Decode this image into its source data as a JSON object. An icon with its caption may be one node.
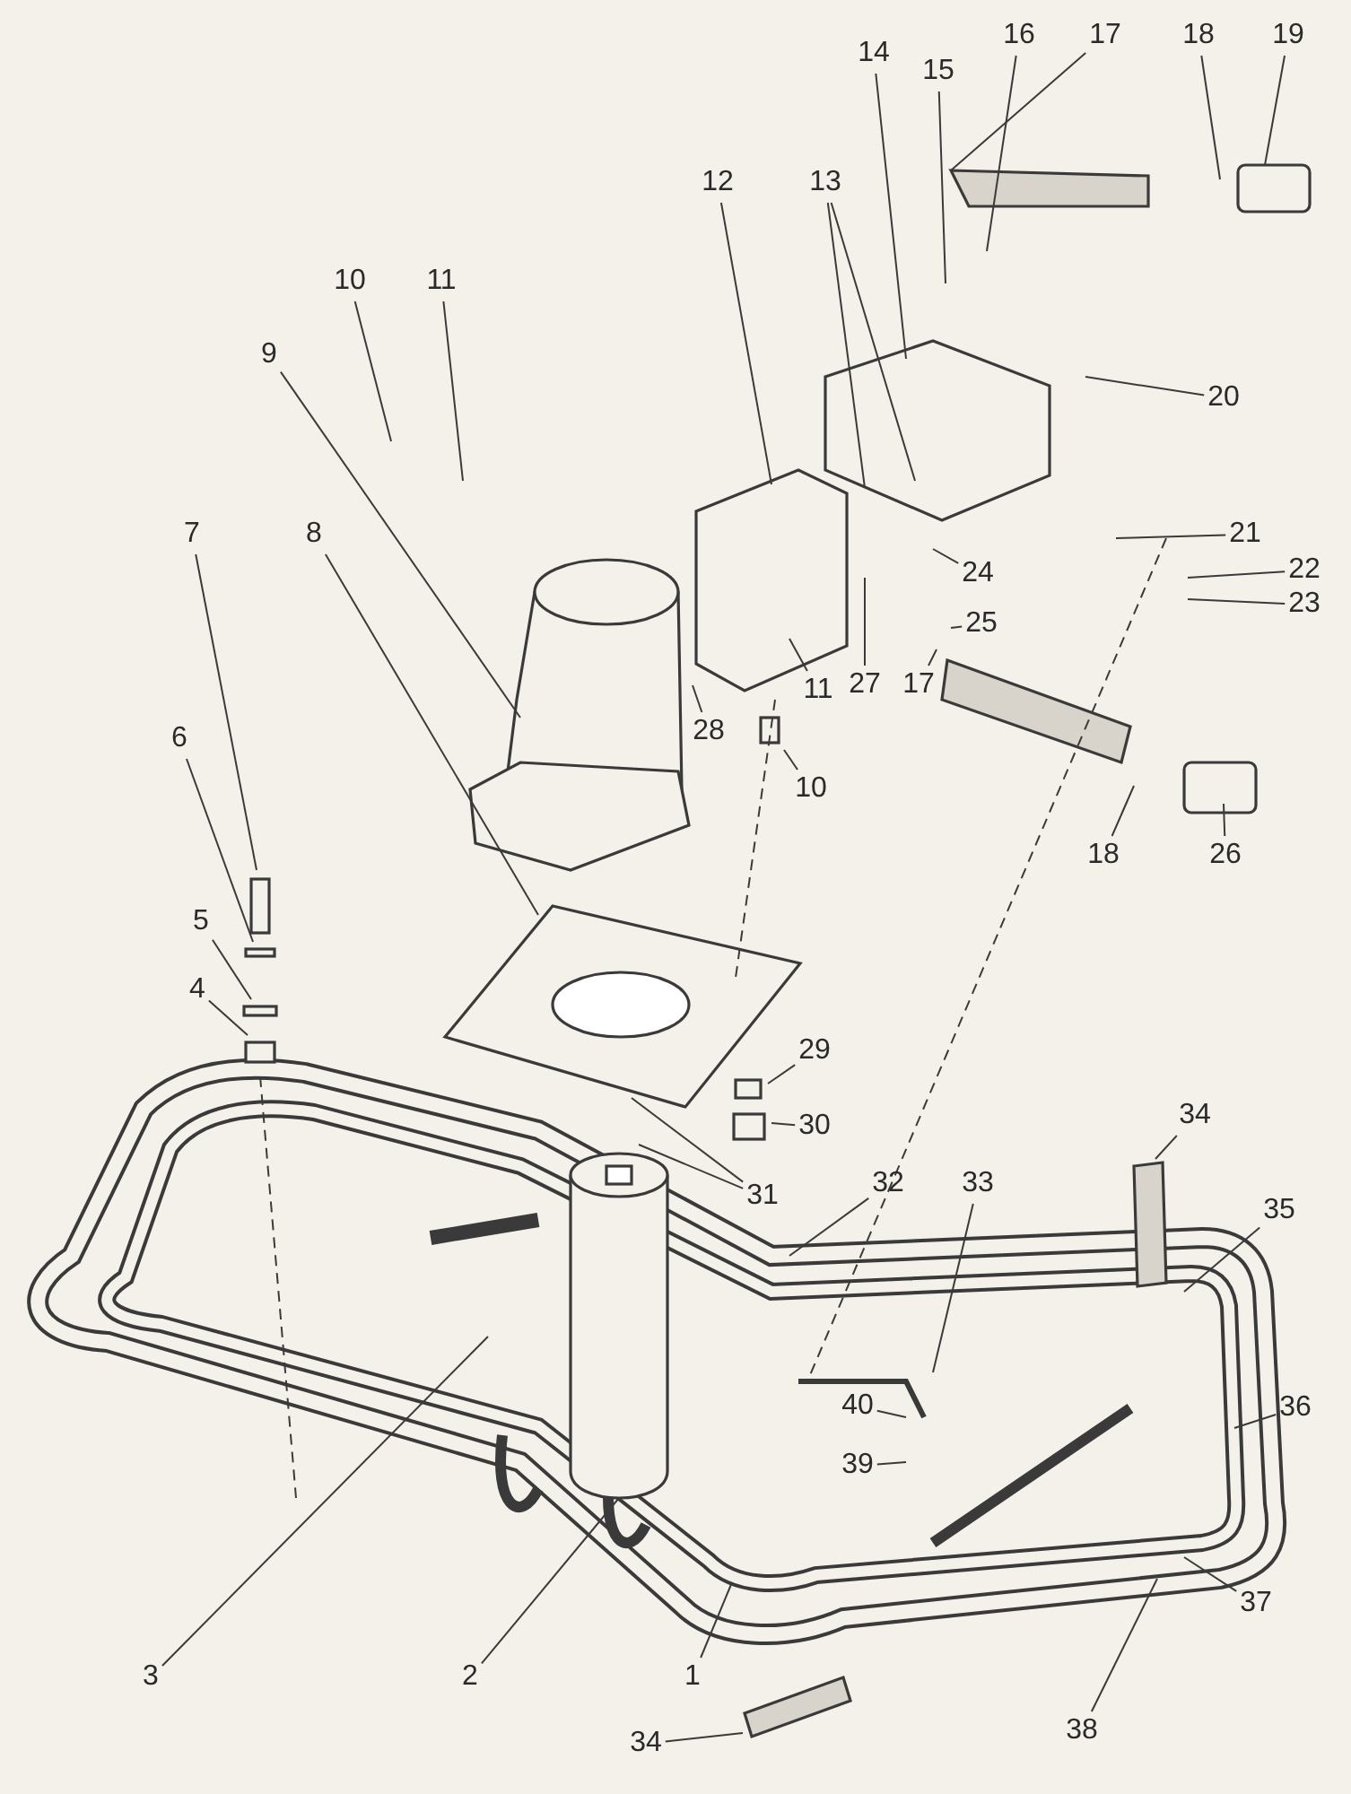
{
  "diagram": {
    "nodes": [
      {
        "text": [
          "14"
        ]
      },
      {
        "text": [
          "16"
        ]
      },
      {
        "text": [
          "17"
        ]
      },
      {
        "text": [
          "18"
        ]
      },
      {
        "text": [
          "19"
        ]
      },
      {
        "text": [
          "15"
        ]
      },
      {
        "text": [
          "12"
        ]
      },
      {
        "text": [
          "13"
        ]
      },
      {
        "text": [
          "10"
        ]
      },
      {
        "text": [
          "11"
        ]
      },
      {
        "text": [
          "9"
        ]
      },
      {
        "text": [
          "20"
        ]
      },
      {
        "text": [
          "7"
        ]
      },
      {
        "text": [
          "8"
        ]
      },
      {
        "text": [
          "21"
        ]
      },
      {
        "text": [
          "24"
        ]
      },
      {
        "text": [
          "22"
        ]
      },
      {
        "text": [
          "23"
        ]
      },
      {
        "text": [
          "25"
        ]
      },
      {
        "text": [
          "11"
        ]
      },
      {
        "text": [
          "27"
        ]
      },
      {
        "text": [
          "17"
        ]
      },
      {
        "text": [
          "28"
        ]
      },
      {
        "text": [
          "10"
        ]
      },
      {
        "text": [
          "6"
        ]
      },
      {
        "text": [
          "18"
        ]
      },
      {
        "text": [
          "26"
        ]
      },
      {
        "text": [
          "5"
        ]
      },
      {
        "text": [
          "4"
        ]
      },
      {
        "text": [
          "29"
        ]
      },
      {
        "text": [
          "34"
        ]
      },
      {
        "text": [
          "30"
        ]
      },
      {
        "text": [
          "31"
        ]
      },
      {
        "text": [
          "32"
        ]
      },
      {
        "text": [
          "33"
        ]
      },
      {
        "text": [
          "35"
        ]
      },
      {
        "text": [
          "40"
        ]
      },
      {
        "text": [
          "36"
        ]
      },
      {
        "text": [
          "39"
        ]
      },
      {
        "text": [
          "37"
        ]
      },
      {
        "text": [
          "3"
        ]
      },
      {
        "text": [
          "2"
        ]
      },
      {
        "text": [
          "1"
        ]
      },
      {
        "text": [
          "38"
        ]
      },
      {
        "text": [
          "34"
        ]
      }
    ],
    "edges": [
      {
        "from": 0,
        "to": null,
        "arrow": "none"
      },
      {
        "from": 1,
        "to": null,
        "arrow": "none"
      },
      {
        "from": 2,
        "to": null,
        "arrow": "none"
      },
      {
        "from": 3,
        "to": null,
        "arrow": "none"
      },
      {
        "from": 4,
        "to": null,
        "arrow": "none"
      },
      {
        "from": 5,
        "to": null,
        "arrow": "none"
      },
      {
        "from": 6,
        "to": null,
        "arrow": "none"
      },
      {
        "from": 7,
        "to": null,
        "arrow": "none"
      },
      {
        "from": 7,
        "to": null,
        "arrow": "none"
      },
      {
        "from": 8,
        "to": null,
        "arrow": "none"
      },
      {
        "from": 9,
        "to": null,
        "arrow": "none"
      },
      {
        "from": 10,
        "to": null,
        "arrow": "none"
      },
      {
        "from": 11,
        "to": null,
        "arrow": "none"
      },
      {
        "from": 12,
        "to": null,
        "arrow": "none"
      },
      {
        "from": 13,
        "to": null,
        "arrow": "none"
      },
      {
        "from": 14,
        "to": null,
        "arrow": "none"
      },
      {
        "from": 15,
        "to": null,
        "arrow": "none"
      },
      {
        "from": 16,
        "to": null,
        "arrow": "none"
      },
      {
        "from": 17,
        "to": null,
        "arrow": "none"
      },
      {
        "from": 18,
        "to": null,
        "arrow": "none"
      },
      {
        "from": 19,
        "to": null,
        "arrow": "none"
      },
      {
        "from": 20,
        "to": null,
        "arrow": "none"
      },
      {
        "from": 21,
        "to": null,
        "arrow": "none"
      },
      {
        "from": 22,
        "to": null,
        "arrow": "none"
      },
      {
        "from": 23,
        "to": null,
        "arrow": "none"
      },
      {
        "from": 24,
        "to": null,
        "arrow": "none"
      },
      {
        "from": 25,
        "to": null,
        "arrow": "none"
      },
      {
        "from": 26,
        "to": null,
        "arrow": "none"
      },
      {
        "from": 27,
        "to": null,
        "arrow": "none"
      },
      {
        "from": 28,
        "to": null,
        "arrow": "none"
      },
      {
        "from": 29,
        "to": null,
        "arrow": "none"
      },
      {
        "from": 30,
        "to": null,
        "arrow": "none"
      },
      {
        "from": 31,
        "to": null,
        "arrow": "none"
      },
      {
        "from": 32,
        "to": null,
        "arrow": "none"
      },
      {
        "from": 32,
        "to": null,
        "arrow": "none"
      },
      {
        "from": 33,
        "to": null,
        "arrow": "none"
      },
      {
        "from": 34,
        "to": null,
        "arrow": "none"
      },
      {
        "from": 35,
        "to": null,
        "arrow": "none"
      },
      {
        "from": 36,
        "to": null,
        "arrow": "none"
      },
      {
        "from": 37,
        "to": null,
        "arrow": "none"
      },
      {
        "from": 38,
        "to": null,
        "arrow": "none"
      },
      {
        "from": 39,
        "to": null,
        "arrow": "none"
      },
      {
        "from": 40,
        "to": null,
        "arrow": "none"
      },
      {
        "from": 41,
        "to": null,
        "arrow": "none"
      },
      {
        "from": 42,
        "to": null,
        "arrow": "none"
      },
      {
        "from": 43,
        "to": null,
        "arrow": "none"
      },
      {
        "from": 44,
        "to": null,
        "arrow": "none"
      }
    ]
  }
}
